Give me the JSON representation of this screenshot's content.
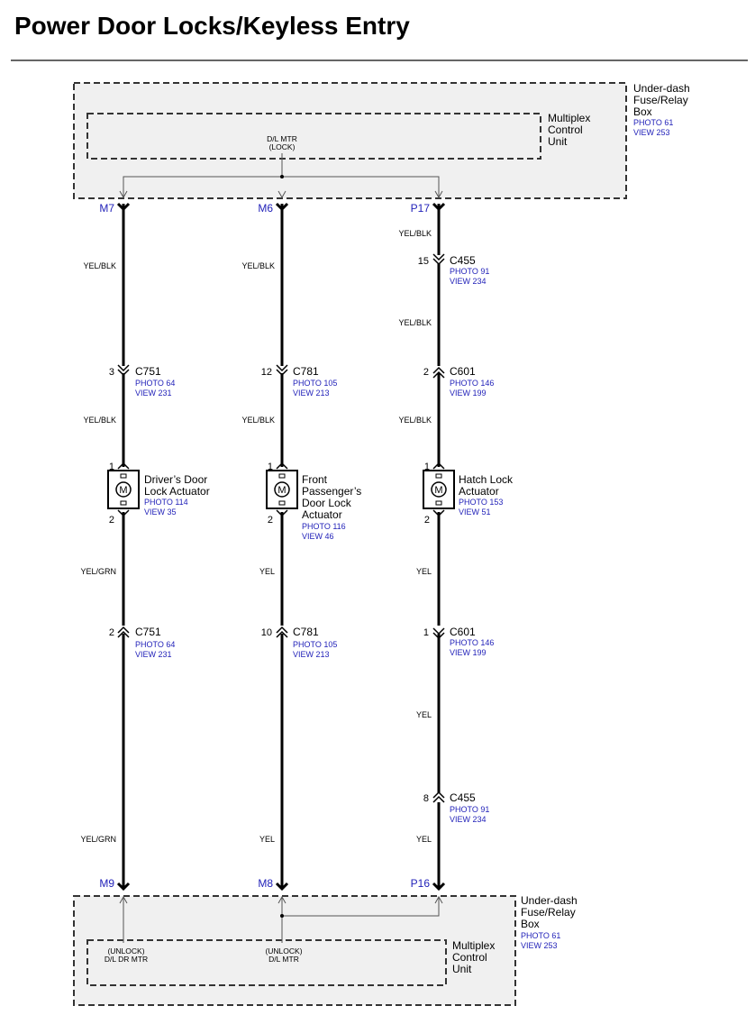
{
  "title": "Power Door Locks/Keyless Entry",
  "colors": {
    "reference_blue": "#1f1fb8",
    "box_fill": "#f0f0f0",
    "wire": "#000000"
  },
  "top_box": {
    "outer_label": [
      "Under-dash",
      "Fuse/Relay",
      "Box"
    ],
    "outer_refs": [
      "PHOTO 61",
      "VIEW 253"
    ],
    "inner_label": [
      "Multiplex",
      "Control",
      "Unit"
    ],
    "inner_text": [
      "D/L MTR",
      "(LOCK)"
    ]
  },
  "bottom_box": {
    "outer_label": [
      "Under-dash",
      "Fuse/Relay",
      "Box"
    ],
    "outer_refs": [
      "PHOTO 61",
      "VIEW 253"
    ],
    "inner_label": [
      "Multiplex",
      "Control",
      "Unit"
    ],
    "inner_text_left": [
      "(UNLOCK)",
      "D/L DR MTR"
    ],
    "inner_text_right": [
      "(UNLOCK)",
      "D/L MTR"
    ]
  },
  "circuits": [
    {
      "top_pin": "M7",
      "bottom_pin": "M9",
      "wires": [
        "YEL/BLK",
        "YEL/BLK",
        "YEL/GRN",
        "YEL/GRN"
      ],
      "connectors": [
        {
          "pin": "3",
          "name": "C751",
          "photo": "PHOTO 64",
          "view": "VIEW 231"
        },
        {
          "pin": "2",
          "name": "C751",
          "photo": "PHOTO 64",
          "view": "VIEW 231"
        }
      ],
      "actuator": {
        "pin_top": "1",
        "pin_bottom": "2",
        "symbol": "M",
        "name_lines": [
          "Driver’s Door",
          "Lock Actuator"
        ],
        "photo": "PHOTO 114",
        "view": "VIEW 35"
      }
    },
    {
      "top_pin": "M6",
      "bottom_pin": "M8",
      "wires": [
        "YEL/BLK",
        "YEL/BLK",
        "YEL",
        "YEL"
      ],
      "connectors": [
        {
          "pin": "12",
          "name": "C781",
          "photo": "PHOTO 105",
          "view": "VIEW 213"
        },
        {
          "pin": "10",
          "name": "C781",
          "photo": "PHOTO 105",
          "view": "VIEW 213"
        }
      ],
      "actuator": {
        "pin_top": "1",
        "pin_bottom": "2",
        "symbol": "M",
        "name_lines": [
          "Front",
          "Passenger’s",
          "Door Lock",
          "Actuator"
        ],
        "photo": "PHOTO 116",
        "view": "VIEW 46"
      }
    },
    {
      "top_pin": "P17",
      "bottom_pin": "P16",
      "wires": [
        "YEL/BLK",
        "YEL/BLK",
        "YEL/BLK",
        "YEL",
        "YEL",
        "YEL"
      ],
      "connectors": [
        {
          "pin": "15",
          "name": "C455",
          "photo": "PHOTO 91",
          "view": "VIEW 234"
        },
        {
          "pin": "2",
          "name": "C601",
          "photo": "PHOTO 146",
          "view": "VIEW 199"
        },
        {
          "pin": "1",
          "name": "C601",
          "photo": "PHOTO 146",
          "view": "VIEW 199"
        },
        {
          "pin": "8",
          "name": "C455",
          "photo": "PHOTO 91",
          "view": "VIEW 234"
        }
      ],
      "actuator": {
        "pin_top": "1",
        "pin_bottom": "2",
        "symbol": "M",
        "name_lines": [
          "Hatch Lock",
          "Actuator"
        ],
        "photo": "PHOTO 153",
        "view": "VIEW 51"
      }
    }
  ]
}
